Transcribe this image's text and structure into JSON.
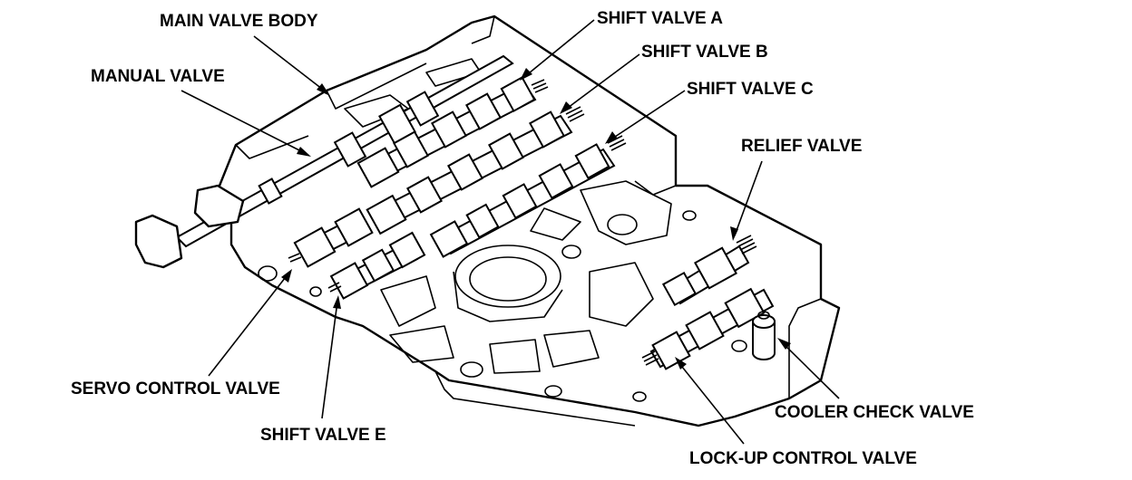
{
  "labels": {
    "main_valve_body": "MAIN VALVE BODY",
    "manual_valve": "MANUAL VALVE",
    "shift_valve_a": "SHIFT VALVE A",
    "shift_valve_b": "SHIFT VALVE B",
    "shift_valve_c": "SHIFT VALVE C",
    "relief_valve": "RELIEF VALVE",
    "servo_control_valve": "SERVO CONTROL VALVE",
    "shift_valve_e": "SHIFT VALVE E",
    "cooler_check_valve": "COOLER CHECK VALVE",
    "lockup_control_valve": "LOCK-UP CONTROL VALVE"
  }
}
